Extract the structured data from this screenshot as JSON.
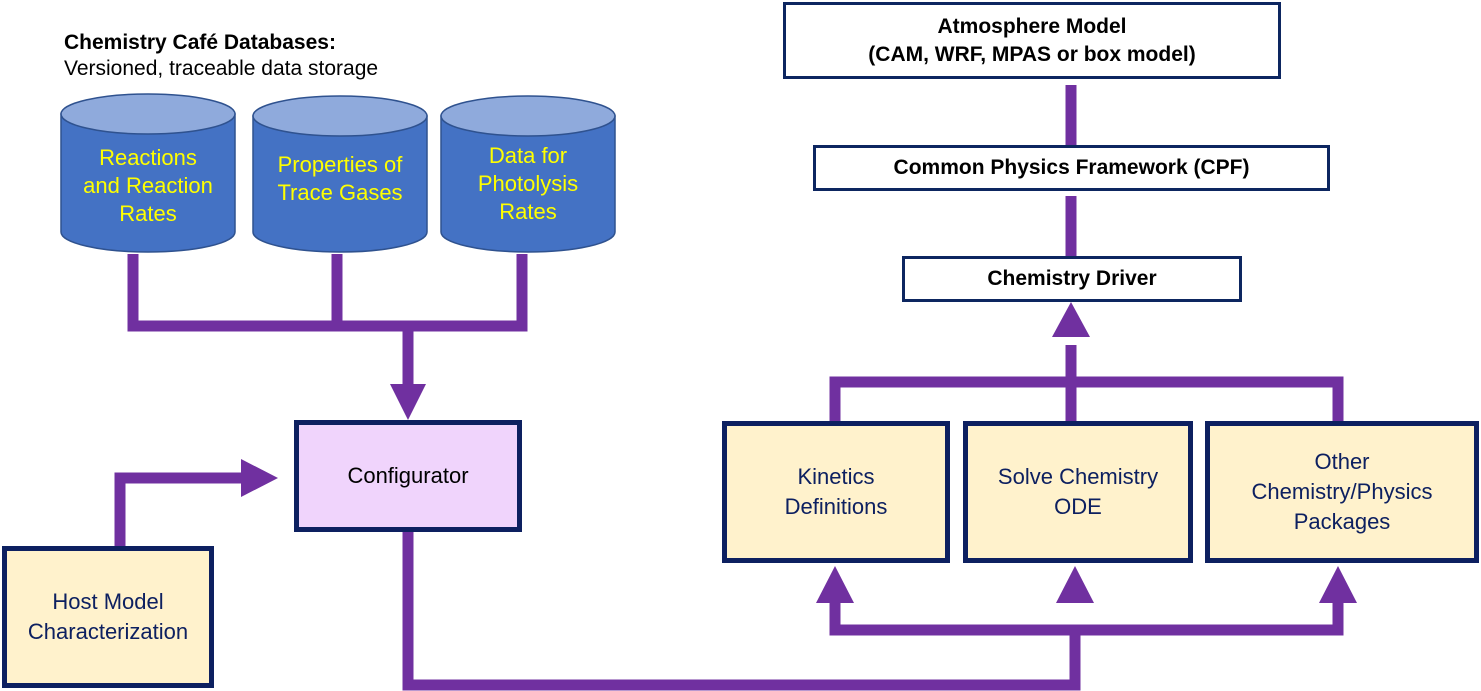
{
  "colors": {
    "connector": "#7030a0",
    "cylinder_body": "#4472c4",
    "cylinder_top": "#8faadc",
    "cylinder_text": "#ffff00",
    "box_border": "#0d2060",
    "box_yellow": "#fff2cc",
    "box_lilac": "#f0d4fc"
  },
  "databases": {
    "title": "Chemistry Café Databases:",
    "subtitle": "Versioned, traceable data storage",
    "items": [
      {
        "label": [
          "Reactions",
          "and Reaction",
          "Rates"
        ]
      },
      {
        "label": [
          "Properties of",
          "Trace Gases"
        ]
      },
      {
        "label": [
          "Data for",
          "Photolysis",
          "Rates"
        ]
      }
    ]
  },
  "nodes": {
    "atmosphere_model": [
      "Atmosphere Model",
      "(CAM, WRF, MPAS or box model)"
    ],
    "cpf": "Common Physics Framework (CPF)",
    "chemistry_driver": "Chemistry Driver",
    "configurator": "Configurator",
    "host_model": [
      "Host Model",
      "Characterization"
    ],
    "kinetics": [
      "Kinetics",
      "Definitions"
    ],
    "solve_ode": [
      "Solve Chemistry",
      "ODE"
    ],
    "other_packages": [
      "Other",
      "Chemistry/Physics",
      "Packages"
    ]
  }
}
